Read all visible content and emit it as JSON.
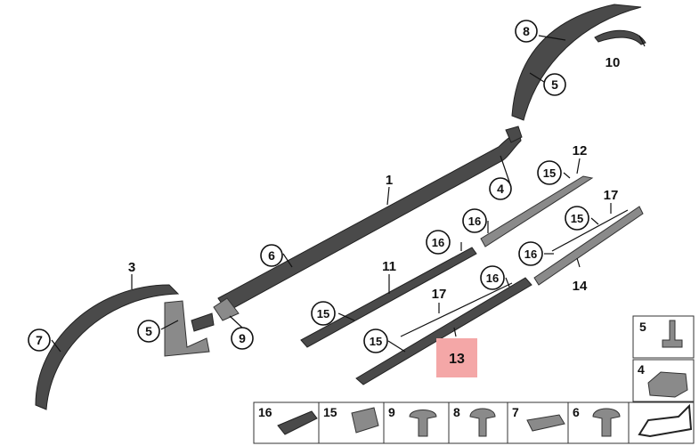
{
  "callouts": {
    "c1": "1",
    "c3": "3",
    "c4": "4",
    "c5a": "5",
    "c5b": "5",
    "c6": "6",
    "c7": "7",
    "c8": "8",
    "c9": "9",
    "c10": "10",
    "c11": "11",
    "c12": "12",
    "c13": "13",
    "c14": "14",
    "c15a": "15",
    "c15b": "15",
    "c15c": "15",
    "c15d": "15",
    "c16a": "16",
    "c16b": "16",
    "c16c": "16",
    "c16d": "16",
    "c17a": "17",
    "c17b": "17"
  },
  "highlight_color": "#f4a7a7",
  "bottom_strip": [
    "16",
    "15",
    "9",
    "8",
    "7",
    "6"
  ],
  "side_strip": [
    "5",
    "4"
  ]
}
